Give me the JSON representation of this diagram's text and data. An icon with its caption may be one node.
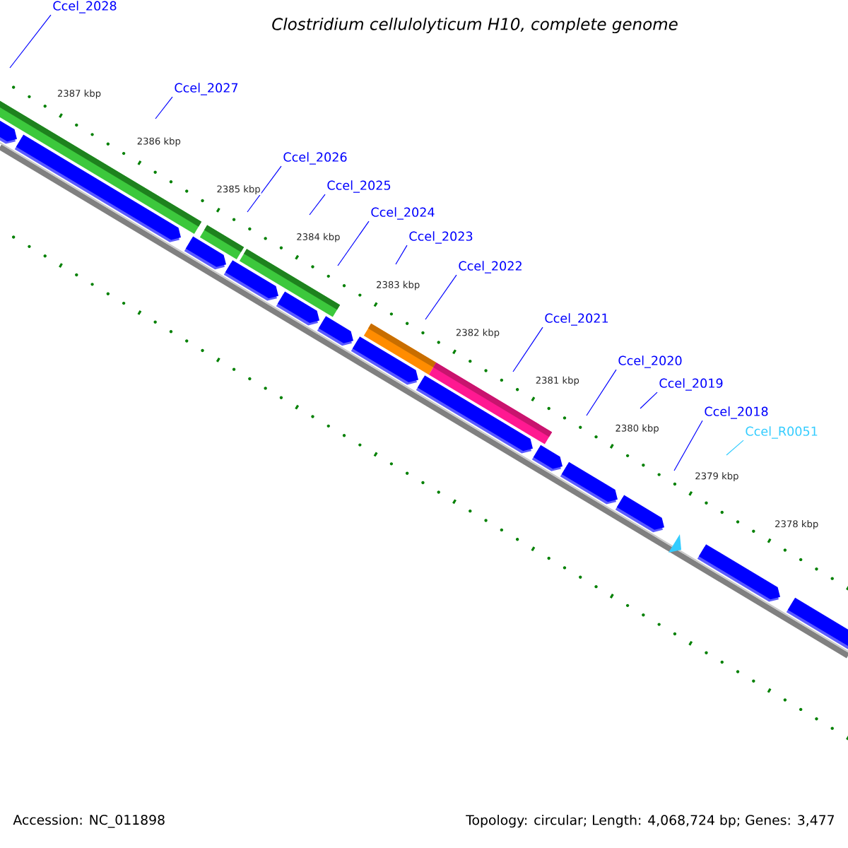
{
  "diagram": {
    "title": "Clostridium cellulolyticum H10, complete genome",
    "nodes": [
      {
        "text": [
          "Ccel_2028"
        ]
      },
      {
        "text": [
          "Ccel_2027"
        ]
      },
      {
        "text": [
          "Ccel_2026"
        ]
      },
      {
        "text": [
          "Ccel_2025"
        ]
      },
      {
        "text": [
          "Ccel_2024"
        ]
      },
      {
        "text": [
          "Ccel_2023"
        ]
      },
      {
        "text": [
          "Ccel_2022"
        ]
      },
      {
        "text": [
          "Ccel_2021"
        ]
      },
      {
        "text": [
          "Ccel_2020"
        ]
      },
      {
        "text": [
          "Ccel_2019"
        ]
      },
      {
        "text": [
          "Ccel_2018"
        ]
      },
      {
        "text": [
          "Ccel_R0051"
        ]
      }
    ],
    "edges": [
      {
        "from": 0,
        "to": null,
        "arrow": "none"
      },
      {
        "from": 1,
        "to": null,
        "arrow": "none"
      },
      {
        "from": 2,
        "to": null,
        "arrow": "none"
      },
      {
        "from": 3,
        "to": null,
        "arrow": "none"
      },
      {
        "from": 4,
        "to": null,
        "arrow": "none"
      },
      {
        "from": 5,
        "to": null,
        "arrow": "none"
      },
      {
        "from": 6,
        "to": null,
        "arrow": "none"
      },
      {
        "from": 7,
        "to": null,
        "arrow": "none"
      },
      {
        "from": 8,
        "to": null,
        "arrow": "none"
      },
      {
        "from": 9,
        "to": null,
        "arrow": "none"
      },
      {
        "from": 10,
        "to": null,
        "arrow": "none"
      },
      {
        "from": 11,
        "to": null,
        "arrow": "none",
        "color": "#33ccff"
      }
    ],
    "labels": [
      "2387 kbp",
      "2386 kbp",
      "2385 kbp",
      "2384 kbp",
      "2383 kbp",
      "2382 kbp",
      "2381 kbp",
      "2380 kbp",
      "2379 kbp",
      "2378 kbp",
      "Accession: NC_011898",
      "Topology: circular; Length: 4,068,724 bp; Genes: 3,477"
    ]
  }
}
